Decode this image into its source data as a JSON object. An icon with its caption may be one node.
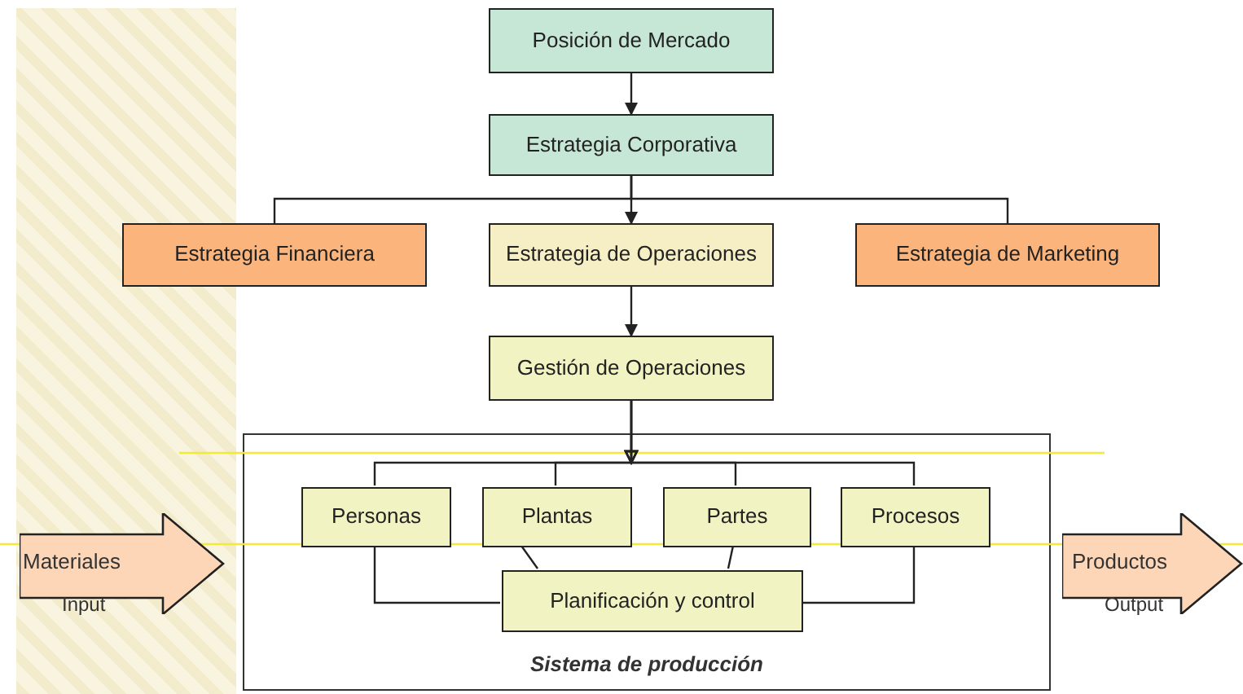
{
  "diagram": {
    "nodes": [
      {
        "text": [
          "Posición de Mercado"
        ]
      },
      {
        "text": [
          "Estrategia Corporativa"
        ]
      },
      {
        "text": [
          "Estrategia Financiera"
        ]
      },
      {
        "text": [
          "Estrategia de Operaciones"
        ]
      },
      {
        "text": [
          "Estrategia de Marketing"
        ]
      },
      {
        "text": [
          "Gestión de Operaciones"
        ]
      },
      {
        "text": [
          "Sistema de producción"
        ]
      },
      {
        "text": [
          "Personas"
        ],
        "in": 6
      },
      {
        "text": [
          "Plantas"
        ],
        "in": 6
      },
      {
        "text": [
          "Partes"
        ],
        "in": 6
      },
      {
        "text": [
          "Procesos"
        ],
        "in": 6
      },
      {
        "text": [
          "Planificación y control"
        ],
        "in": 6
      },
      {
        "text": [
          "Materiales"
        ],
        "beside": [
          "Input"
        ]
      },
      {
        "text": [
          "Productos"
        ],
        "beside": [
          "Output"
        ]
      }
    ],
    "edges": [
      {
        "from": 0,
        "to": 1,
        "arrow": "to"
      },
      {
        "from": 1,
        "to": 2,
        "arrow": "none"
      },
      {
        "from": 1,
        "to": 3,
        "arrow": "to"
      },
      {
        "from": 1,
        "to": 4,
        "arrow": "none"
      },
      {
        "from": 3,
        "to": 5,
        "arrow": "to"
      },
      {
        "from": 5,
        "to": 7,
        "arrow": "to"
      },
      {
        "from": 5,
        "to": 8,
        "arrow": "to"
      },
      {
        "from": 5,
        "to": 9,
        "arrow": "to"
      },
      {
        "from": 5,
        "to": 10,
        "arrow": "to"
      },
      {
        "from": 7,
        "to": 11,
        "arrow": "none"
      },
      {
        "from": 8,
        "to": 11,
        "arrow": "none"
      },
      {
        "from": 9,
        "to": 11,
        "arrow": "none"
      },
      {
        "from": 10,
        "to": 11,
        "arrow": "none"
      }
    ]
  }
}
